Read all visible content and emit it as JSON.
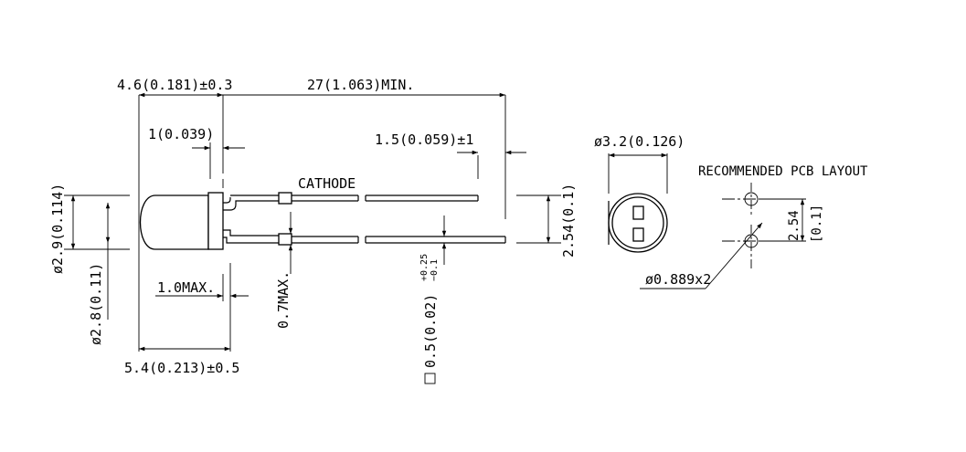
{
  "side_view": {
    "dim_head_len": "4.6(0.181)±0.3",
    "dim_lead_len": "27(1.063)MIN.",
    "dim_flange": "1(0.039)",
    "dim_lead_end": "1.5(0.059)±1",
    "dim_body_dia": "ø2.9(0.114)",
    "dim_lens_dia": "ø2.8(0.11)",
    "dim_standoff": "1.0MAX.",
    "dim_bump": "0.7MAX.",
    "dim_lead_sq_main": "0.5(0.02)",
    "dim_lead_tol_plus": "+0.25",
    "dim_lead_tol_minus": "−0.1",
    "dim_lead_pitch": "2.54(0.1)",
    "dim_total_len": "5.4(0.213)±0.5",
    "label_cathode": "CATHODE"
  },
  "top_view": {
    "dim_flange_dia": "ø3.2(0.126)"
  },
  "pcb_layout": {
    "title": "RECOMMENDED PCB LAYOUT",
    "pitch_mm": "2.54",
    "pitch_in": "[0.1]",
    "hole_dia": "ø0.889x2"
  }
}
